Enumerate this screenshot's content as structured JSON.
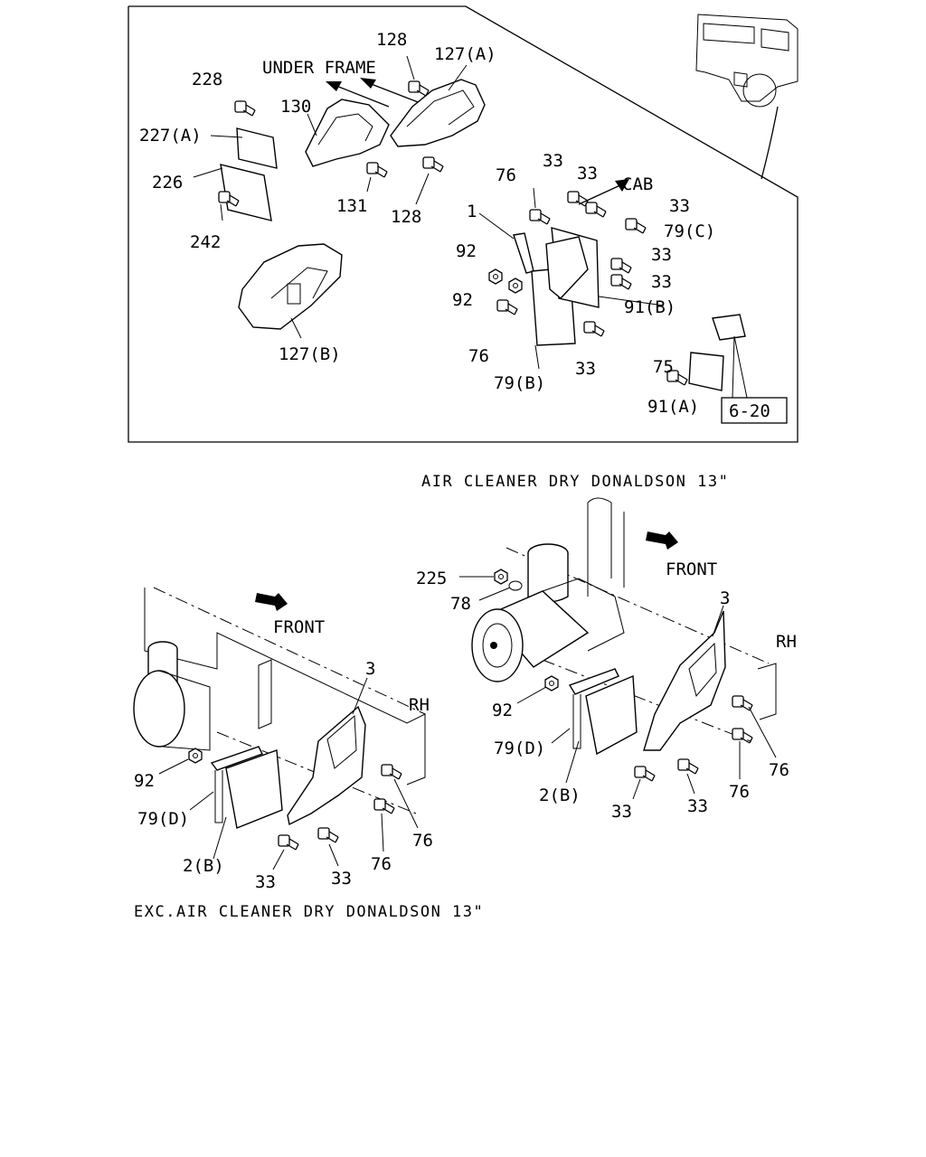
{
  "inset": {
    "callouts": {
      "c228": "228",
      "c227a": "227(A)",
      "c226": "226",
      "c242": "242",
      "c130": "130",
      "c131": "131",
      "c128a": "128",
      "c128b": "128",
      "c127a": "127(A)",
      "c127b": "127(B)",
      "c76a": "76",
      "c76b": "76",
      "c1": "1",
      "c92a": "92",
      "c92b": "92",
      "c33a": "33",
      "c33b": "33",
      "c33c": "33",
      "c33d": "33",
      "c33e": "33",
      "c33f": "33",
      "c79c": "79(C)",
      "c79b": "79(B)",
      "c91b": "91(B)",
      "c91a": "91(A)",
      "c75": "75"
    },
    "under_frame": "UNDER FRAME",
    "cab": "CAB",
    "ref_box": "6-20"
  },
  "upper_right": {
    "caption": "AIR CLEANER DRY DONALDSON 13\"",
    "front": "FRONT",
    "rh": "RH",
    "callouts": {
      "c225": "225",
      "c78": "78",
      "c3": "3",
      "c92": "92",
      "c79d": "79(D)",
      "c2b": "2(B)",
      "c33a": "33",
      "c33b": "33",
      "c76a": "76",
      "c76b": "76"
    }
  },
  "lower_left": {
    "caption": "EXC.AIR CLEANER DRY DONALDSON 13\"",
    "front": "FRONT",
    "rh": "RH",
    "callouts": {
      "c3": "3",
      "c92": "92",
      "c79d": "79(D)",
      "c2b": "2(B)",
      "c33a": "33",
      "c33b": "33",
      "c76a": "76",
      "c76b": "76"
    }
  }
}
